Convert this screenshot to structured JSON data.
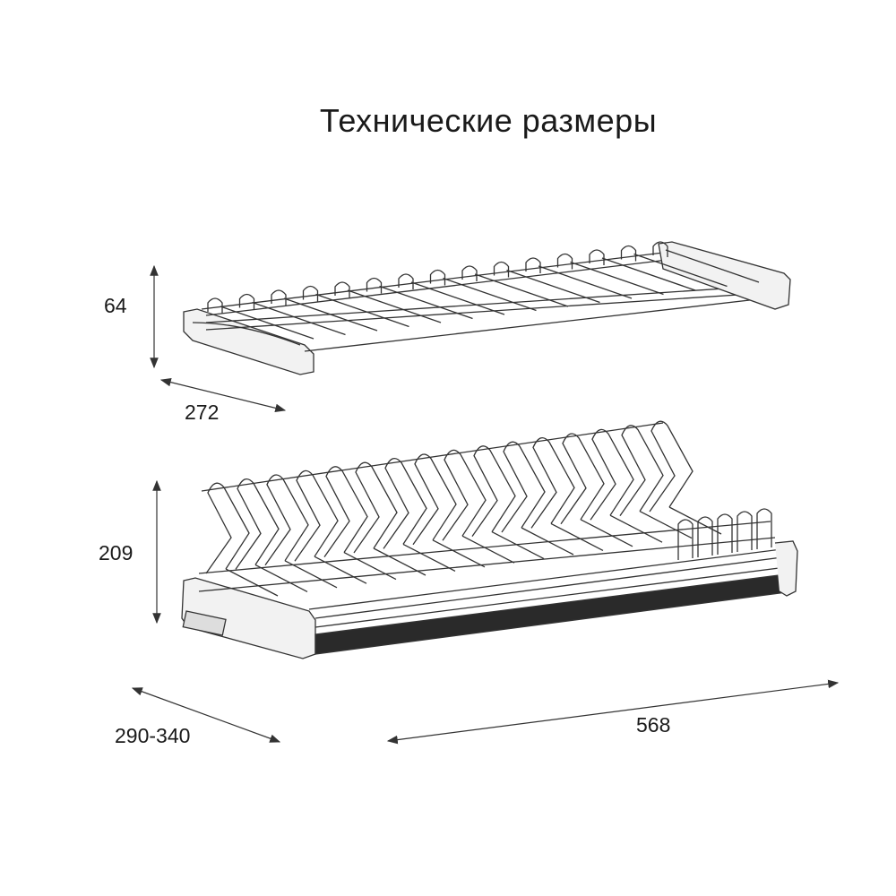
{
  "title": "Технические размеры",
  "dimensions": {
    "upper_height": "64",
    "upper_depth": "272",
    "lower_height": "209",
    "lower_depth": "290-340",
    "width": "568"
  },
  "colors": {
    "line": "#333333",
    "tray": "#2a2a2a",
    "text": "#1a1a1a"
  }
}
